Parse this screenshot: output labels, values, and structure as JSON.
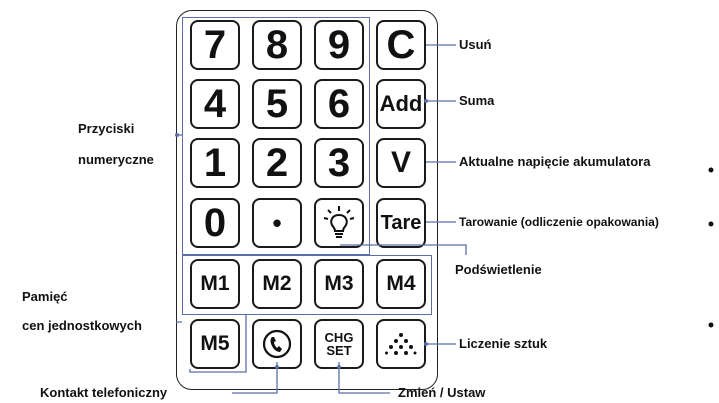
{
  "keys": {
    "k7": "7",
    "k8": "8",
    "k9": "9",
    "kC": "C",
    "k4": "4",
    "k5": "5",
    "k6": "6",
    "kAdd": "Add",
    "k1": "1",
    "k2": "2",
    "k3": "3",
    "kV": "V",
    "k0": "0",
    "kDot": "•",
    "kTare": "Tare",
    "m1": "M1",
    "m2": "M2",
    "m3": "M3",
    "m4": "M4",
    "m5": "M5",
    "chg": "CHG",
    "set": "SET"
  },
  "labels": {
    "delete": "Usuń",
    "sum": "Suma",
    "voltage": "Aktualne napięcie akumulatora",
    "tare": "Tarowanie (odliczenie opakowania)",
    "backlight": "Podświetlenie",
    "numeric_line1": "Przyciski",
    "numeric_line2": "numeryczne",
    "memory_line1": "Pamięć",
    "memory_line2": "cen jednostkowych",
    "count": "Liczenie sztuk",
    "phone": "Kontakt telefoniczny",
    "change": "Zmień / Ustaw"
  },
  "colors": {
    "leader": "#5a6fa8",
    "key_border": "#1a1a1a"
  },
  "icons": [
    "lightbulb-icon",
    "phone-icon",
    "dots-triangle-icon"
  ]
}
